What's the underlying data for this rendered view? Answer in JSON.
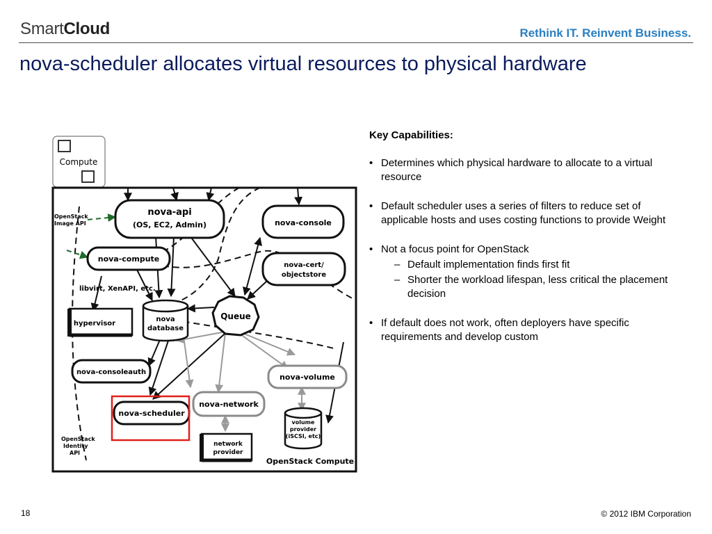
{
  "header": {
    "logo_light": "Smart",
    "logo_bold": "Cloud",
    "tagline": "Rethink IT. Reinvent Business.",
    "title": "nova-scheduler allocates virtual resources to physical hardware"
  },
  "diagram": {
    "compute_label": "Compute",
    "nodes": {
      "nova_api_1": "nova-api",
      "nova_api_2": "(OS, EC2, Admin)",
      "nova_console": "nova-console",
      "nova_compute": "nova-compute",
      "nova_cert_1": "nova-cert/",
      "nova_cert_2": "objectstore",
      "libvirt": "libvirt, XenAPI, etc.",
      "hypervisor": "hypervisor",
      "nova_database_1": "nova",
      "nova_database_2": "database",
      "queue": "Queue",
      "nova_consoleauth": "nova-consoleauth",
      "nova_volume": "nova-volume",
      "nova_network": "nova-network",
      "nova_scheduler": "nova-scheduler",
      "volume_provider_1": "volume",
      "volume_provider_2": "provider",
      "volume_provider_3": "(iSCSI, etc)",
      "network_provider_1": "network",
      "network_provider_2": "provider",
      "image_api_1": "OpenStack",
      "image_api_2": "Image API",
      "identity_api_1": "OpenStack",
      "identity_api_2": "Identity",
      "identity_api_3": "API",
      "caption": "OpenStack Compute"
    },
    "highlight_color": "#e0201b",
    "image_api_arrow_color": "#1e6b2a"
  },
  "content": {
    "heading": "Key Capabilities:",
    "bullet_1": "Determines which physical hardware to allocate to a virtual resource",
    "bullet_2": "Default scheduler uses a series of filters to reduce set of applicable hosts and uses costing functions to provide Weight",
    "bullet_3": "Not a focus point for OpenStack",
    "sub_1": "Default implementation finds first fit",
    "sub_2": "Shorter the workload lifespan, less critical the placement decision",
    "bullet_4": "If default does not work, often deployers have specific requirements and develop custom"
  },
  "footer": {
    "page_number": "18",
    "copyright": "© 2012 IBM Corporation"
  }
}
